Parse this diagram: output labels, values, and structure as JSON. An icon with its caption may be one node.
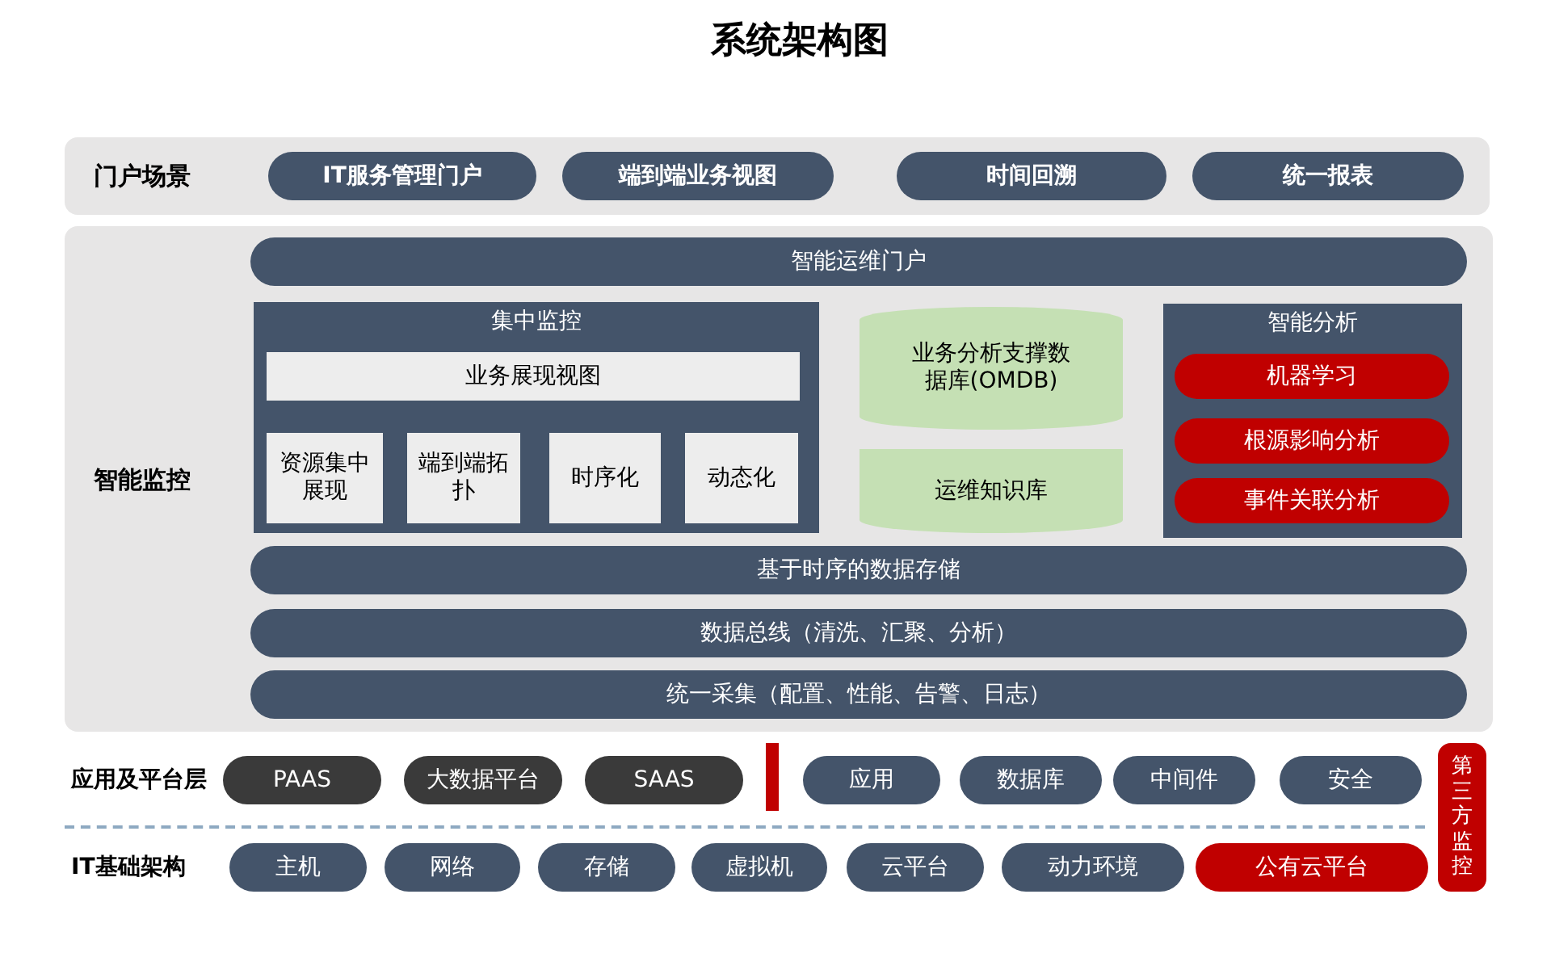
{
  "diagram": {
    "title": "系统架构图",
    "nodes": [
      {
        "text": [
          "门户场景"
        ]
      },
      {
        "text": [
          "IT服务管理门户"
        ],
        "in": 0
      },
      {
        "text": [
          "端到端业务视图"
        ],
        "in": 0
      },
      {
        "text": [
          "时间回溯"
        ],
        "in": 0
      },
      {
        "text": [
          "统一报表"
        ],
        "in": 0
      },
      {
        "text": [
          "智能监控"
        ]
      },
      {
        "text": [
          "智能运维门户"
        ],
        "in": 5
      },
      {
        "text": [
          "集中监控"
        ],
        "in": 5
      },
      {
        "text": [
          "业务展现视图"
        ],
        "in": 7
      },
      {
        "text": [
          "资源集中展现"
        ],
        "in": 7
      },
      {
        "text": [
          "端到端拓扑"
        ],
        "in": 7
      },
      {
        "text": [
          "时序化"
        ],
        "in": 7
      },
      {
        "text": [
          "动态化"
        ],
        "in": 7
      },
      {
        "text": [
          "业务分析支撑数据库(OMDB)"
        ],
        "in": 5
      },
      {
        "text": [
          "运维知识库"
        ],
        "in": 5
      },
      {
        "text": [
          "智能分析"
        ],
        "in": 5
      },
      {
        "text": [
          "机器学习"
        ],
        "in": 15
      },
      {
        "text": [
          "根源影响分析"
        ],
        "in": 15
      },
      {
        "text": [
          "事件关联分析"
        ],
        "in": 15
      },
      {
        "text": [
          "基于时序的数据存储"
        ],
        "in": 5
      },
      {
        "text": [
          "数据总线（清洗、汇聚、分析）"
        ],
        "in": 5
      },
      {
        "text": [
          "统一采集（配置、性能、告警、日志）"
        ],
        "in": 5
      },
      {
        "text": [
          "PAAS"
        ]
      },
      {
        "text": [
          "大数据平台"
        ]
      },
      {
        "text": [
          "SAAS"
        ]
      },
      {
        "text": [
          "应用"
        ]
      },
      {
        "text": [
          "数据库"
        ]
      },
      {
        "text": [
          "中间件"
        ]
      },
      {
        "text": [
          "安全"
        ]
      },
      {
        "text": [
          "主机"
        ]
      },
      {
        "text": [
          "网络"
        ]
      },
      {
        "text": [
          "存储"
        ]
      },
      {
        "text": [
          "虚拟机"
        ]
      },
      {
        "text": [
          "云平台"
        ]
      },
      {
        "text": [
          "动力环境"
        ]
      },
      {
        "text": [
          "公有云平台"
        ]
      },
      {
        "text": [
          "第三方监控"
        ]
      }
    ],
    "edges": [],
    "labels": [
      "应用及平台层",
      "IT基础架构"
    ]
  }
}
